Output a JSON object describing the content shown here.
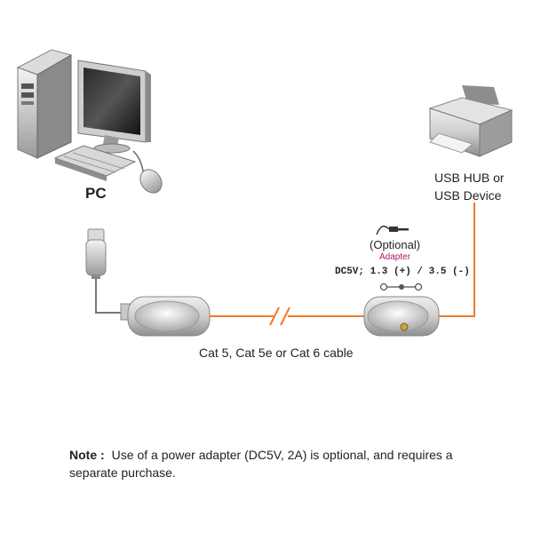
{
  "labels": {
    "pc": "PC",
    "usb_hub_line1": "USB HUB or",
    "usb_hub_line2": "USB Device",
    "optional": "(Optional)",
    "adapter": "Adapter",
    "dc_spec": "DC5V; 1.3 (+) / 3.5 (-)",
    "cable": "Cat 5, Cat 5e or Cat 6 cable"
  },
  "note": {
    "title": "Note :",
    "text": "Use of a power adapter (DC5V, 2A) is optional, and requires a separate purchase."
  },
  "colors": {
    "cable": "#f07a2a",
    "adapter_text": "#b0166e"
  }
}
